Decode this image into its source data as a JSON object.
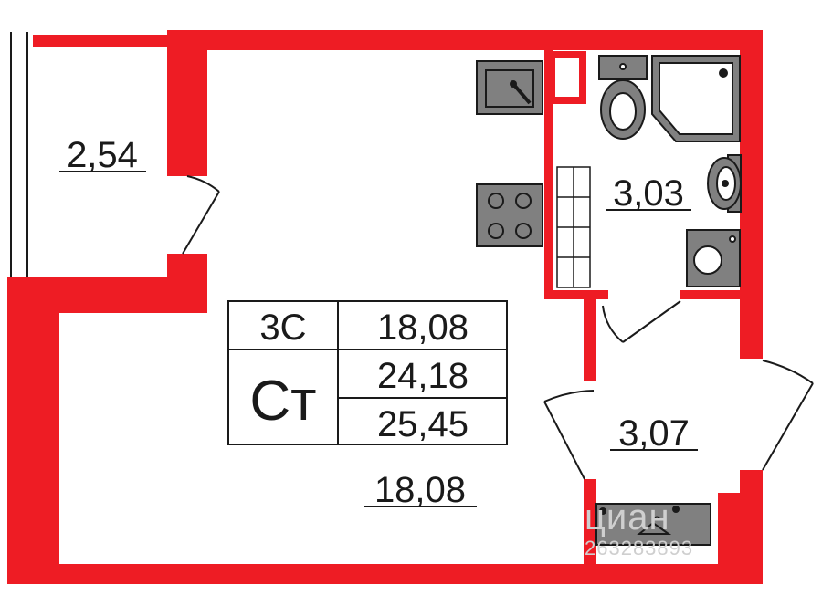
{
  "colors": {
    "wall": "#ee1c24",
    "fixture": "#808080",
    "line": "#1a1a1a",
    "background": "#ffffff"
  },
  "rooms": {
    "balcony_area": "2,54",
    "living_area": "18,08",
    "bathroom_area": "3,03",
    "hall_area": "3,07"
  },
  "table": {
    "type_code": "3С",
    "type_name": "Ст",
    "living_area": "18,08",
    "total_area": "24,18",
    "total_with_balcony": "25,45"
  },
  "fixtures": [
    "sink-icon",
    "stove-icon",
    "toilet-icon",
    "shower-icon",
    "washbasin-icon",
    "washing-machine-icon",
    "hanger-icon"
  ],
  "watermark": {
    "brand": "циан",
    "listing_id": "263283893"
  }
}
